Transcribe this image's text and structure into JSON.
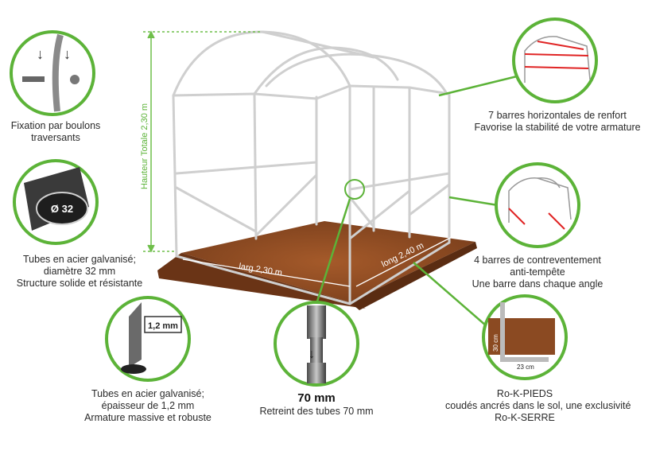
{
  "dimensions": {
    "height_label": "Hauteur Totale 2,30 m",
    "width_label": "larg 2,30 m",
    "length_label": "long 2,40 m"
  },
  "features": {
    "bolts": {
      "lines": [
        "Fixation par boulons",
        "traversants"
      ]
    },
    "tube32": {
      "badge": "Ø 32",
      "lines": [
        "Tubes en acier galvanisé;",
        "diamètre 32 mm",
        "Structure solide et résistante"
      ]
    },
    "thickness": {
      "badge": "1,2 mm",
      "lines": [
        "Tubes en acier galvanisé;",
        "épaisseur de 1,2 mm",
        "Armature massive et robuste"
      ]
    },
    "retreint": {
      "title": "70 mm",
      "lines": [
        "Retreint des tubes 70 mm"
      ]
    },
    "ropieds": {
      "dim_v": "30 cm",
      "dim_h": "23 cm",
      "lines": [
        "Ro-K-PIEDS",
        "coudés ancrés dans le sol, une exclusivité",
        "Ro-K-SERRE"
      ]
    },
    "bracing": {
      "lines": [
        "4 barres de contreventement",
        "anti-tempête",
        "Une barre dans chaque angle"
      ]
    },
    "horizontal": {
      "lines": [
        "7 barres horizontales de renfort",
        "Favorise la stabilité de votre armature"
      ]
    }
  },
  "colors": {
    "accent_green": "#5cb338",
    "soil": "#8b4a22",
    "frame": "#d4d4d4",
    "red_bars": "#e02424"
  }
}
